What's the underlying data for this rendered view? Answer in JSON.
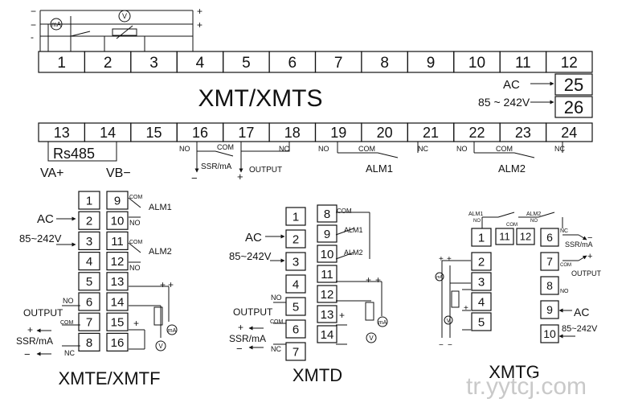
{
  "top": {
    "strip1_terminals": [
      "1",
      "2",
      "3",
      "4",
      "5",
      "6",
      "7",
      "8",
      "9",
      "10",
      "11",
      "12"
    ],
    "strip2_terminals": [
      "13",
      "14",
      "15",
      "16",
      "17",
      "18",
      "19",
      "20",
      "21",
      "22",
      "23",
      "24"
    ],
    "power_terminals": [
      "25",
      "26"
    ],
    "title": "XMT/XMTS",
    "meter_ma": "mA",
    "meter_v": "V",
    "plus": "+",
    "minus": "−",
    "minus_ascii": "-",
    "power_ac": "AC",
    "power_range": "85 ~ 242V",
    "rs485": "Rs485",
    "va": "VA+",
    "vb": "VB−",
    "no": "NO",
    "nc": "NC",
    "com": "COM",
    "ssr": "SSR/mA",
    "output": "OUTPUT",
    "alm1": "ALM1",
    "alm2": "ALM2"
  },
  "xmte": {
    "title": "XMTE/XMTF",
    "left_terminals": [
      "1",
      "2",
      "3",
      "4",
      "5",
      "6",
      "7",
      "8"
    ],
    "right_terminals": [
      "9",
      "10",
      "11",
      "12",
      "13",
      "14",
      "15",
      "16"
    ],
    "ac": "AC",
    "range": "85~242V",
    "alm1": "ALM1",
    "alm2": "ALM2",
    "com": "COM",
    "no": "NO",
    "nc": "NC",
    "output": "OUTPUT",
    "ssr": "SSR/mA",
    "plus": "+",
    "minus": "−",
    "meter_ma": "mA",
    "meter_v": "V"
  },
  "xmtd": {
    "title": "XMTD",
    "left_terminals": [
      "1",
      "2",
      "3",
      "4",
      "5",
      "6",
      "7"
    ],
    "right_terminals": [
      "8",
      "9",
      "10",
      "11",
      "12",
      "13",
      "14"
    ],
    "ac": "AC",
    "range": "85~242V",
    "alm1": "ALM1",
    "alm2": "ALM2",
    "com": "COM",
    "no": "NO",
    "nc": "NC",
    "output": "OUTPUT",
    "ssr": "SSR/mA",
    "plus": "+",
    "minus": "−",
    "meter_ma": "mA",
    "meter_v": "V"
  },
  "xmtg": {
    "title": "XMTG",
    "top_terminals": [
      "1",
      "11",
      "12"
    ],
    "left_terminals": [
      "2",
      "3",
      "4",
      "5"
    ],
    "right_terminals": [
      "6",
      "7",
      "8",
      "9",
      "10"
    ],
    "alm1": "ALM1",
    "alm2": "ALM2",
    "no": "NO",
    "nc": "NC",
    "com": "COM",
    "ssr": "SSR/mA",
    "output": "OUTPUT",
    "ac": "AC",
    "range": "85~242V",
    "plus": "+",
    "minus": "−",
    "meter_ma": "mA",
    "meter_v": "V"
  },
  "watermark": "tr.yytcj.com"
}
